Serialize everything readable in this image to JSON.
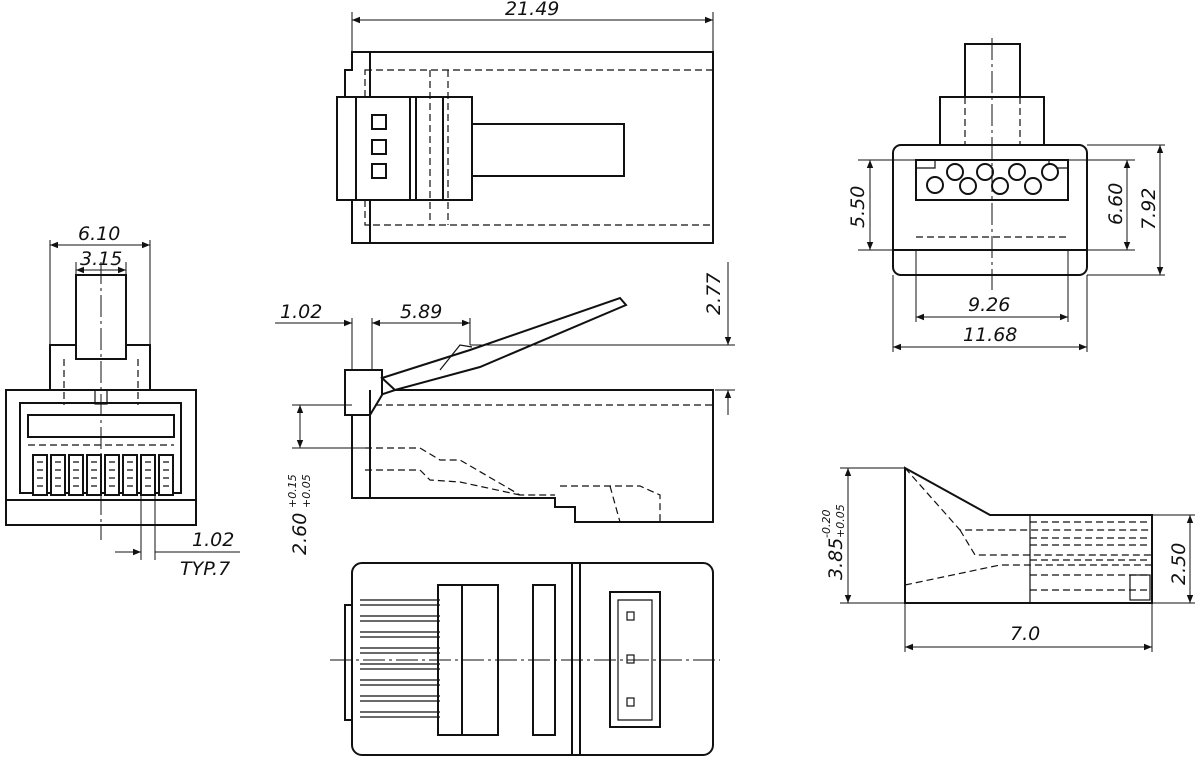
{
  "views": {
    "front_view": {
      "dims": {
        "width_outer": "6.10",
        "width_inner": "3.15",
        "pin_pitch": "1.02",
        "pin_note": "TYP.7"
      }
    },
    "top_view": {
      "dims": {
        "overall_length": "21.49"
      }
    },
    "side_view": {
      "dims": {
        "tab_thickness": "1.02",
        "tab_offset": "5.89",
        "latch_height": "2.77",
        "plug_height": "2.60",
        "tol_upper": "+0.15",
        "tol_lower": "+0.05"
      }
    },
    "bottom_view": {},
    "end_view": {
      "dims": {
        "inner_height": "5.50",
        "mid_height": "6.60",
        "overall_height": "7.92",
        "inner_width": "9.26",
        "outer_width": "11.68"
      }
    },
    "insert_view": {
      "dims": {
        "height": "3.85",
        "tol_upper": "-0.20",
        "tol_lower": "+0.05",
        "slot_height": "2.50",
        "length": "7.0"
      }
    }
  }
}
